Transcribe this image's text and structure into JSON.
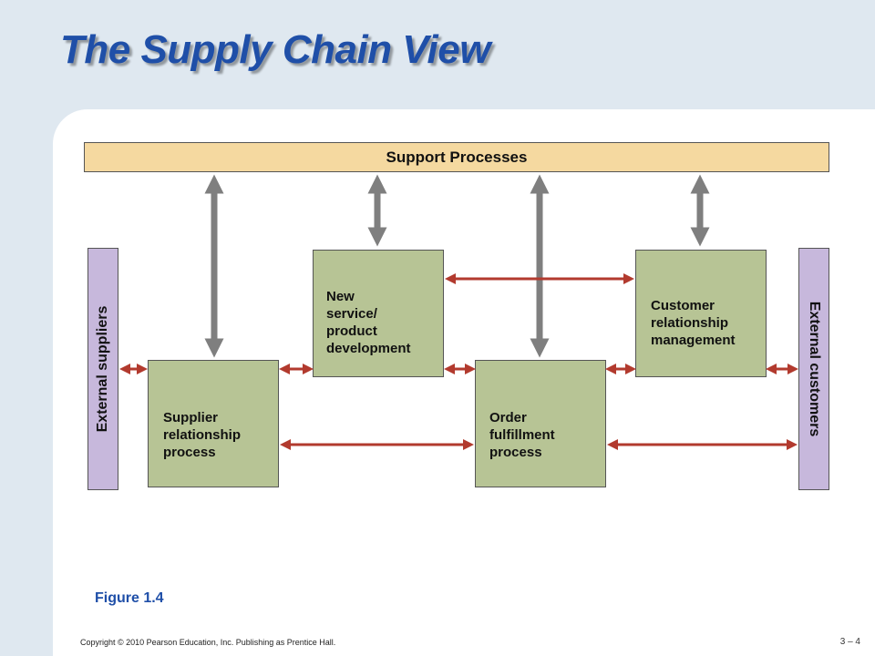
{
  "slide": {
    "title": "The Supply Chain View",
    "figure_caption": "Figure 1.4",
    "copyright": "Copyright © 2010 Pearson Education, Inc. Publishing as Prentice Hall.",
    "page_number": "3 – 4"
  },
  "diagram": {
    "support_label": "Support Processes",
    "external_suppliers": "External suppliers",
    "external_customers": "External customers",
    "processes": {
      "supplier": "Supplier\nrelationship\nprocess",
      "new_service": "New\nservice/\nproduct\ndevelopment",
      "order": "Order\nfulfillment\nprocess",
      "customer": "Customer\nrelationship\nmanagement"
    }
  },
  "colors": {
    "title": "#1f4fa8",
    "support_bar": "#f5d9a0",
    "process_box": "#b7c495",
    "external_box": "#c7b8dc",
    "gray_arrow": "#7f7f7f",
    "red_arrow": "#b23a2e"
  }
}
